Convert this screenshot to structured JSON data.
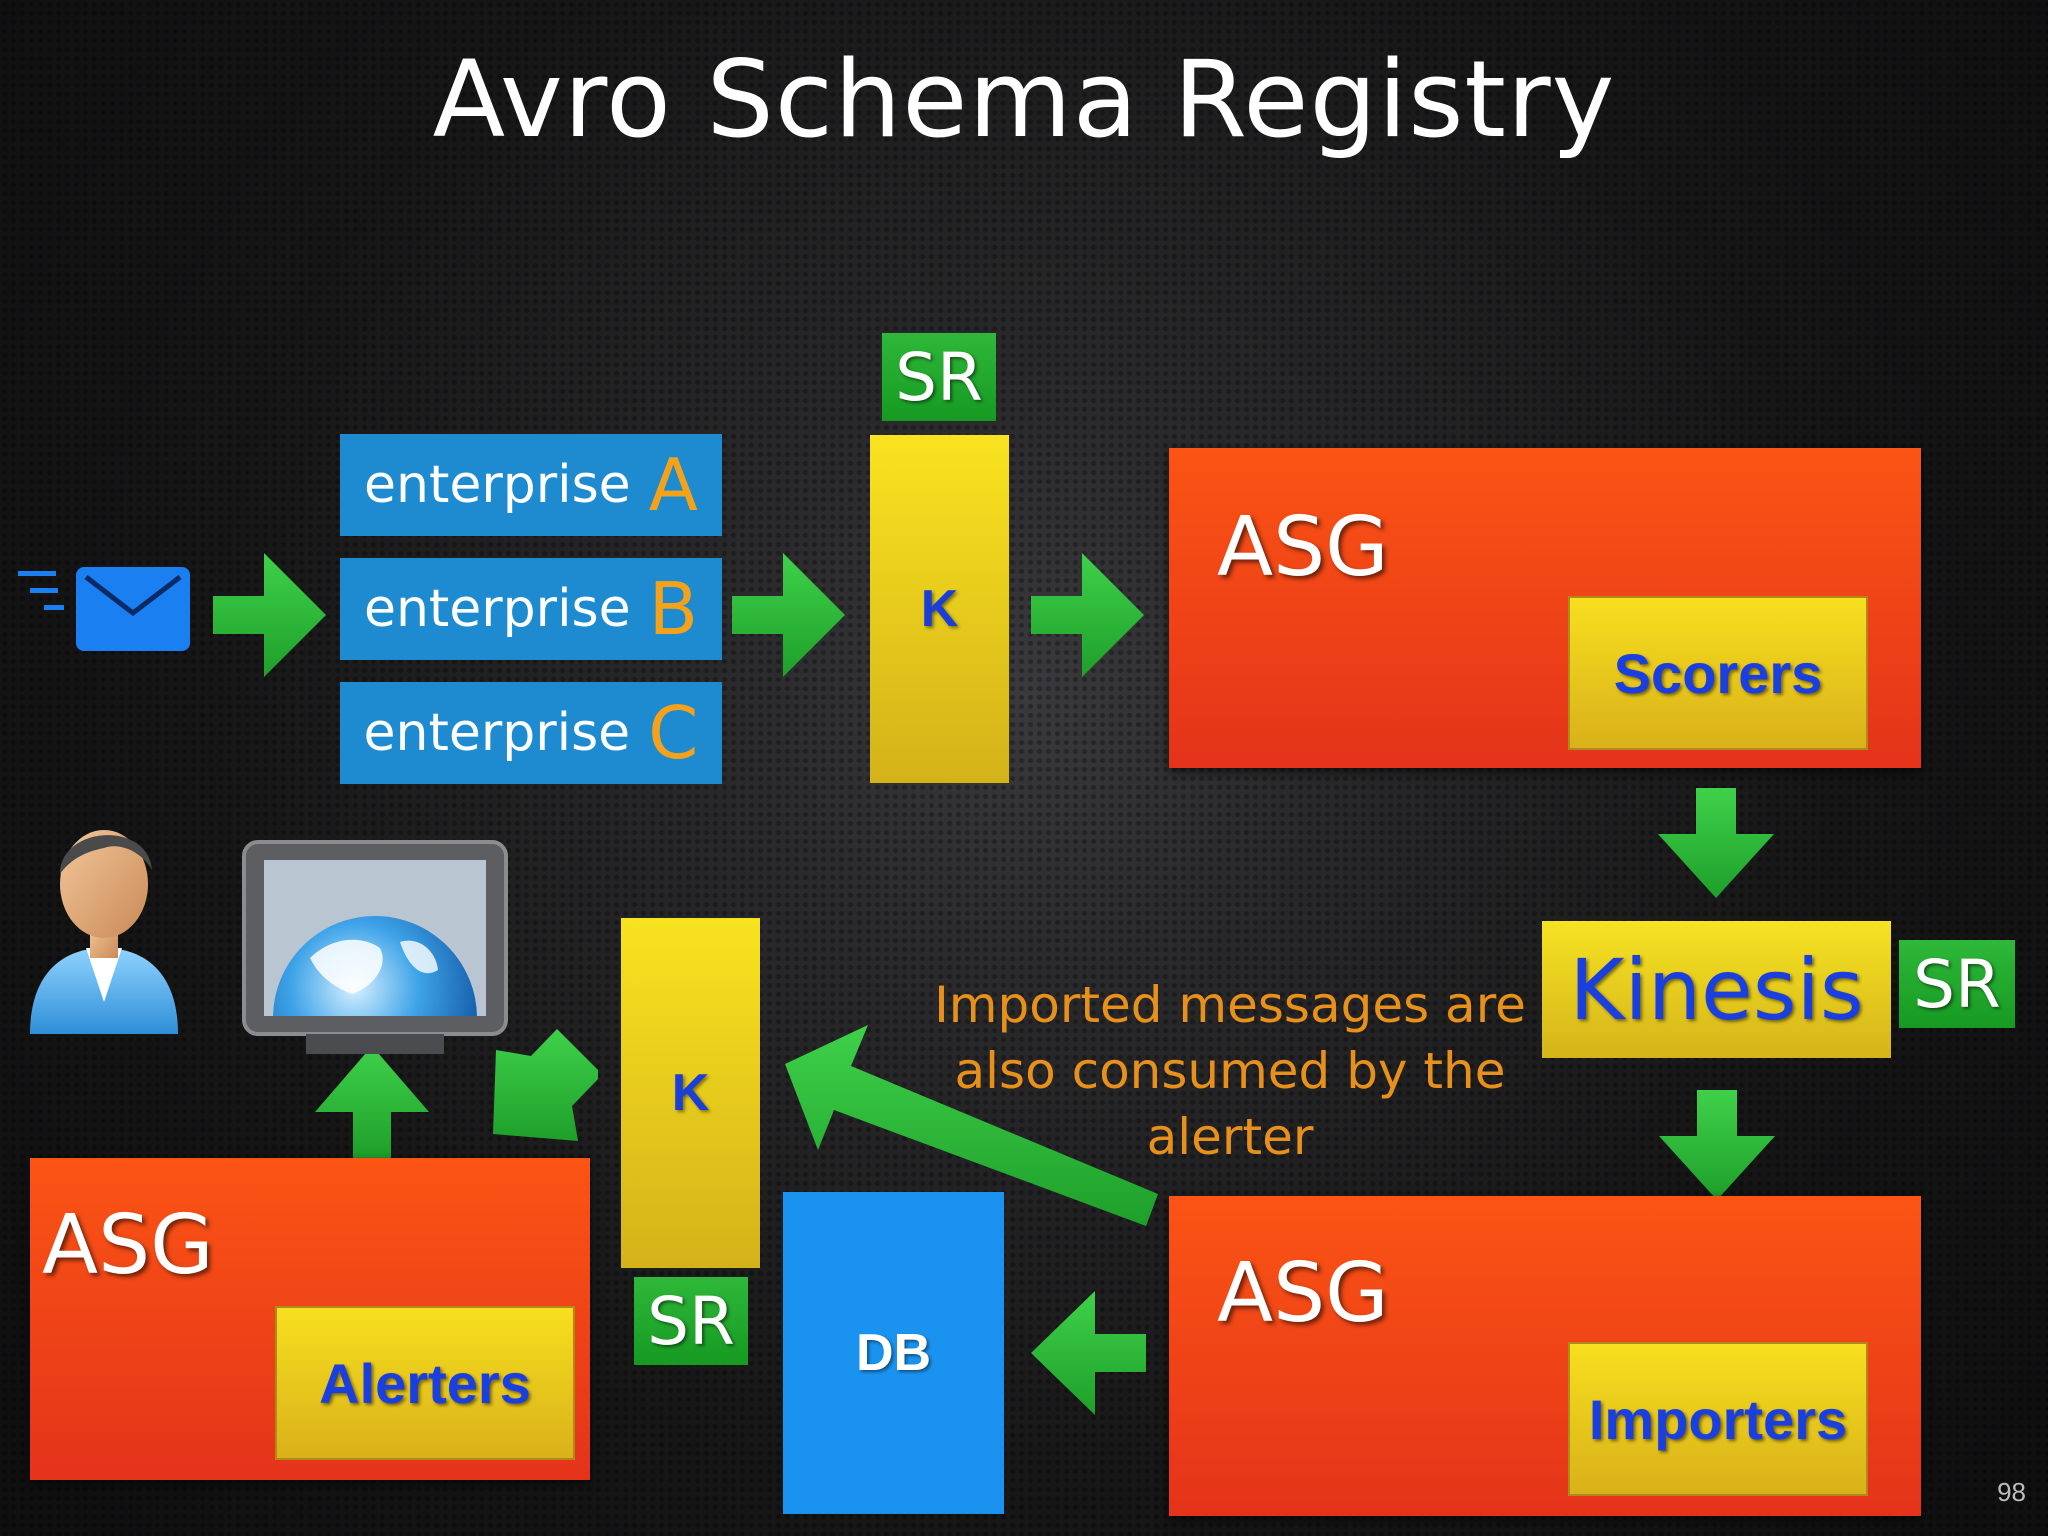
{
  "title": "Avro Schema Registry",
  "sr_label": "SR",
  "enterprises": [
    {
      "word": "enterprise",
      "letter": "A"
    },
    {
      "word": "enterprise",
      "letter": "B"
    },
    {
      "word": "enterprise",
      "letter": "C"
    }
  ],
  "k_label": "K",
  "asg_label": "ASG",
  "scorers": "Scorers",
  "kinesis": "Kinesis",
  "importers": "Importers",
  "alerters": "Alerters",
  "db": "DB",
  "note": {
    "line1": "Imported messages are",
    "line2": "also consumed by the",
    "line3": "alerter"
  },
  "page_number": "98",
  "colors": {
    "arrow": "#2fbf3a",
    "asg": "#f4451a",
    "enterprise": "#1e8bd1",
    "kafka": "#f0d21e",
    "sr": "#1fa82b",
    "db": "#1a93f0",
    "note": "#e7901b"
  },
  "icons": [
    "envelope-icon",
    "user-icon",
    "globe-monitor-icon"
  ]
}
